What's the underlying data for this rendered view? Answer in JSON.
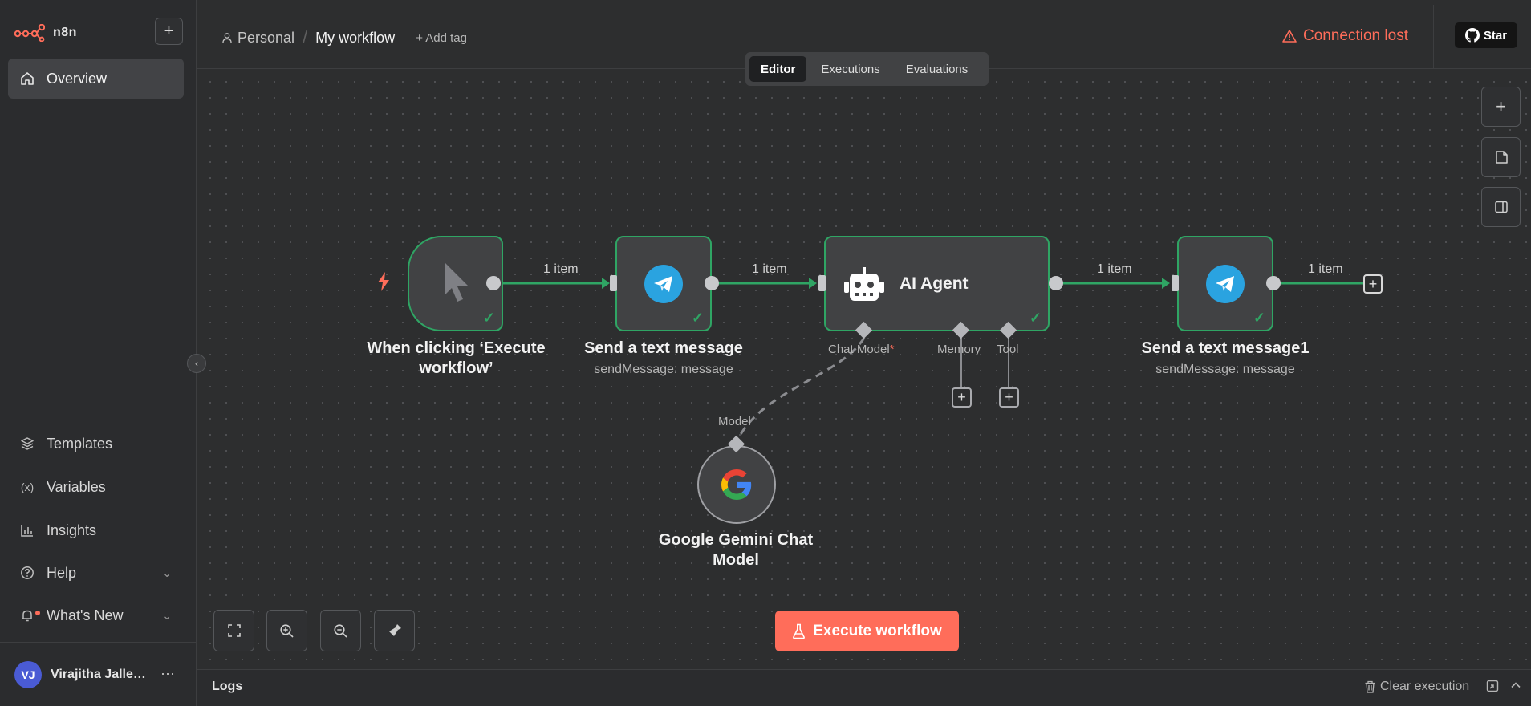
{
  "app": {
    "logo_text": "n8n",
    "brand_color": "#ff6d5a",
    "success_color": "#2fa564"
  },
  "sidebar": {
    "new_button_icon": "plus-icon",
    "overview_label": "Overview",
    "items": [
      {
        "label": "Templates",
        "icon": "templates-icon"
      },
      {
        "label": "Variables",
        "icon": "variables-icon"
      },
      {
        "label": "Insights",
        "icon": "insights-icon"
      },
      {
        "label": "Help",
        "icon": "help-icon"
      },
      {
        "label": "What's New",
        "icon": "bell-icon"
      }
    ],
    "user": {
      "initials": "VJ",
      "name": "Virajitha Jallepalli"
    }
  },
  "header": {
    "breadcrumb_project": "Personal",
    "breadcrumb_sep": "/",
    "workflow_title": "My workflow",
    "add_tag": "+ Add tag",
    "connection_status": "Connection lost",
    "star_label": "Star",
    "tabs": [
      {
        "label": "Editor",
        "active": true
      },
      {
        "label": "Executions",
        "active": false
      },
      {
        "label": "Evaluations",
        "active": false
      }
    ]
  },
  "canvas": {
    "nodes": {
      "trigger": {
        "label": "When clicking ‘Execute workflow’"
      },
      "send1": {
        "label": "Send a text message",
        "subtitle": "sendMessage: message"
      },
      "agent": {
        "label": "AI Agent"
      },
      "send2": {
        "label": "Send a text message1",
        "subtitle": "sendMessage: message"
      },
      "gemini": {
        "label": "Google Gemini Chat Model"
      }
    },
    "edge_labels": [
      "1 item",
      "1 item",
      "1 item",
      "1 item"
    ],
    "agent_ports": {
      "chat_model": "Chat Model",
      "required_mark": "*",
      "memory": "Memory",
      "tool": "Tool"
    },
    "gemini_port": "Model",
    "execute_button": "Execute workflow"
  },
  "logs": {
    "title": "Logs",
    "clear_execution": "Clear execution"
  }
}
